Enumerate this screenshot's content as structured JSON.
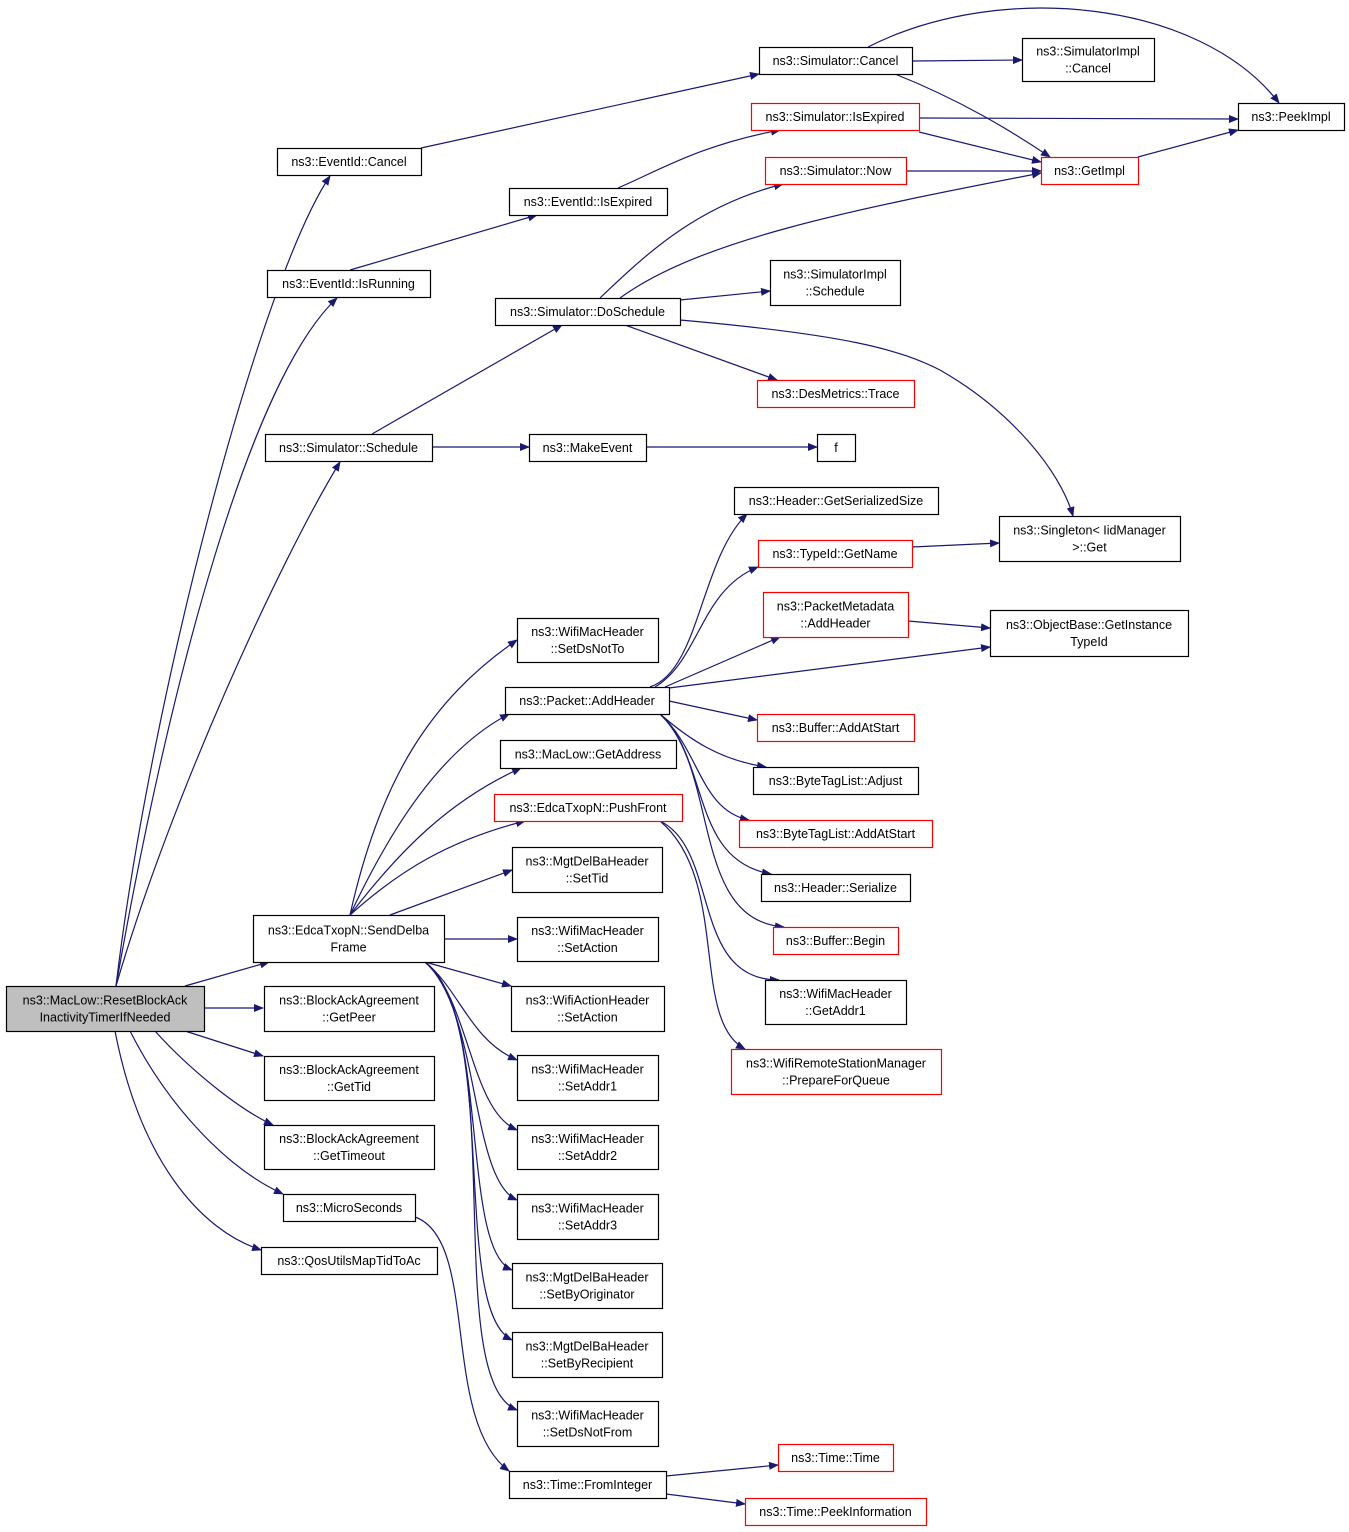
{
  "colors": {
    "edge": "#191970",
    "border_normal": "#000000",
    "border_truncated": "#ff0000",
    "root_fill": "#bfbfbf",
    "node_fill": "#ffffff"
  },
  "nodes": [
    {
      "id": "root",
      "lines": [
        "ns3::MacLow::ResetBlockAck",
        "InactivityTimerIfNeeded"
      ],
      "style": "root"
    },
    {
      "id": "evcancel",
      "lines": [
        "ns3::EventId::Cancel"
      ],
      "style": "normal"
    },
    {
      "id": "evrunning",
      "lines": [
        "ns3::EventId::IsRunning"
      ],
      "style": "normal"
    },
    {
      "id": "simschedule",
      "lines": [
        "ns3::Simulator::Schedule"
      ],
      "style": "normal"
    },
    {
      "id": "senddelba",
      "lines": [
        "ns3::EdcaTxopN::SendDelba",
        "Frame"
      ],
      "style": "normal"
    },
    {
      "id": "bagetpeer",
      "lines": [
        "ns3::BlockAckAgreement",
        "::GetPeer"
      ],
      "style": "normal"
    },
    {
      "id": "bagettid",
      "lines": [
        "ns3::BlockAckAgreement",
        "::GetTid"
      ],
      "style": "normal"
    },
    {
      "id": "bagettimeout",
      "lines": [
        "ns3::BlockAckAgreement",
        "::GetTimeout"
      ],
      "style": "normal"
    },
    {
      "id": "microsec",
      "lines": [
        "ns3::MicroSeconds"
      ],
      "style": "normal"
    },
    {
      "id": "qosmap",
      "lines": [
        "ns3::QosUtilsMapTidToAc"
      ],
      "style": "normal"
    },
    {
      "id": "simcancel",
      "lines": [
        "ns3::Simulator::Cancel"
      ],
      "style": "normal"
    },
    {
      "id": "evisexpired",
      "lines": [
        "ns3::EventId::IsExpired"
      ],
      "style": "normal"
    },
    {
      "id": "doschedule",
      "lines": [
        "ns3::Simulator::DoSchedule"
      ],
      "style": "normal"
    },
    {
      "id": "makeevent",
      "lines": [
        "ns3::MakeEvent"
      ],
      "style": "normal"
    },
    {
      "id": "setdsnotto",
      "lines": [
        "ns3::WifiMacHeader",
        "::SetDsNotTo"
      ],
      "style": "normal"
    },
    {
      "id": "addheader",
      "lines": [
        "ns3::Packet::AddHeader"
      ],
      "style": "normal"
    },
    {
      "id": "getaddress",
      "lines": [
        "ns3::MacLow::GetAddress"
      ],
      "style": "normal"
    },
    {
      "id": "pushfront",
      "lines": [
        "ns3::EdcaTxopN::PushFront"
      ],
      "style": "truncated"
    },
    {
      "id": "settid",
      "lines": [
        "ns3::MgtDelBaHeader",
        "::SetTid"
      ],
      "style": "normal"
    },
    {
      "id": "setaction",
      "lines": [
        "ns3::WifiMacHeader",
        "::SetAction"
      ],
      "style": "normal"
    },
    {
      "id": "actsetaction",
      "lines": [
        "ns3::WifiActionHeader",
        "::SetAction"
      ],
      "style": "normal"
    },
    {
      "id": "setaddr1",
      "lines": [
        "ns3::WifiMacHeader",
        "::SetAddr1"
      ],
      "style": "normal"
    },
    {
      "id": "setaddr2",
      "lines": [
        "ns3::WifiMacHeader",
        "::SetAddr2"
      ],
      "style": "normal"
    },
    {
      "id": "setaddr3",
      "lines": [
        "ns3::WifiMacHeader",
        "::SetAddr3"
      ],
      "style": "normal"
    },
    {
      "id": "setbyorig",
      "lines": [
        "ns3::MgtDelBaHeader",
        "::SetByOriginator"
      ],
      "style": "normal"
    },
    {
      "id": "setbyrecip",
      "lines": [
        "ns3::MgtDelBaHeader",
        "::SetByRecipient"
      ],
      "style": "normal"
    },
    {
      "id": "setdsnotfrom",
      "lines": [
        "ns3::WifiMacHeader",
        "::SetDsNotFrom"
      ],
      "style": "normal"
    },
    {
      "id": "frominteger",
      "lines": [
        "ns3::Time::FromInteger"
      ],
      "style": "normal"
    },
    {
      "id": "implcancel",
      "lines": [
        "ns3::SimulatorImpl",
        "::Cancel"
      ],
      "style": "normal"
    },
    {
      "id": "simisexpired",
      "lines": [
        "ns3::Simulator::IsExpired"
      ],
      "style": "truncated"
    },
    {
      "id": "simnow",
      "lines": [
        "ns3::Simulator::Now"
      ],
      "style": "truncated"
    },
    {
      "id": "implschedule",
      "lines": [
        "ns3::SimulatorImpl",
        "::Schedule"
      ],
      "style": "normal"
    },
    {
      "id": "destrace",
      "lines": [
        "ns3::DesMetrics::Trace"
      ],
      "style": "truncated"
    },
    {
      "id": "f",
      "lines": [
        "f"
      ],
      "style": "normal"
    },
    {
      "id": "hdrsersize",
      "lines": [
        "ns3::Header::GetSerializedSize"
      ],
      "style": "normal"
    },
    {
      "id": "typeidname",
      "lines": [
        "ns3::TypeId::GetName"
      ],
      "style": "truncated"
    },
    {
      "id": "pmaddheader",
      "lines": [
        "ns3::PacketMetadata",
        "::AddHeader"
      ],
      "style": "truncated"
    },
    {
      "id": "bufaddatstart",
      "lines": [
        "ns3::Buffer::AddAtStart"
      ],
      "style": "truncated"
    },
    {
      "id": "btladjust",
      "lines": [
        "ns3::ByteTagList::Adjust"
      ],
      "style": "normal"
    },
    {
      "id": "btladdatstart",
      "lines": [
        "ns3::ByteTagList::AddAtStart"
      ],
      "style": "truncated"
    },
    {
      "id": "hdrserialize",
      "lines": [
        "ns3::Header::Serialize"
      ],
      "style": "normal"
    },
    {
      "id": "bufbegin",
      "lines": [
        "ns3::Buffer::Begin"
      ],
      "style": "truncated"
    },
    {
      "id": "getaddr1",
      "lines": [
        "ns3::WifiMacHeader",
        "::GetAddr1"
      ],
      "style": "normal"
    },
    {
      "id": "prepqueue",
      "lines": [
        "ns3::WifiRemoteStationManager",
        "::PrepareForQueue"
      ],
      "style": "truncated"
    },
    {
      "id": "timetime",
      "lines": [
        "ns3::Time::Time"
      ],
      "style": "truncated"
    },
    {
      "id": "peekinfo",
      "lines": [
        "ns3::Time::PeekInformation"
      ],
      "style": "truncated"
    },
    {
      "id": "peekimpl",
      "lines": [
        "ns3::PeekImpl"
      ],
      "style": "normal"
    },
    {
      "id": "getimpl",
      "lines": [
        "ns3::GetImpl"
      ],
      "style": "truncated"
    },
    {
      "id": "singleton",
      "lines": [
        "ns3::Singleton< IidManager",
        ">::Get"
      ],
      "style": "normal"
    },
    {
      "id": "getinsttypeid",
      "lines": [
        "ns3::ObjectBase::GetInstance",
        "TypeId"
      ],
      "style": "normal"
    }
  ]
}
